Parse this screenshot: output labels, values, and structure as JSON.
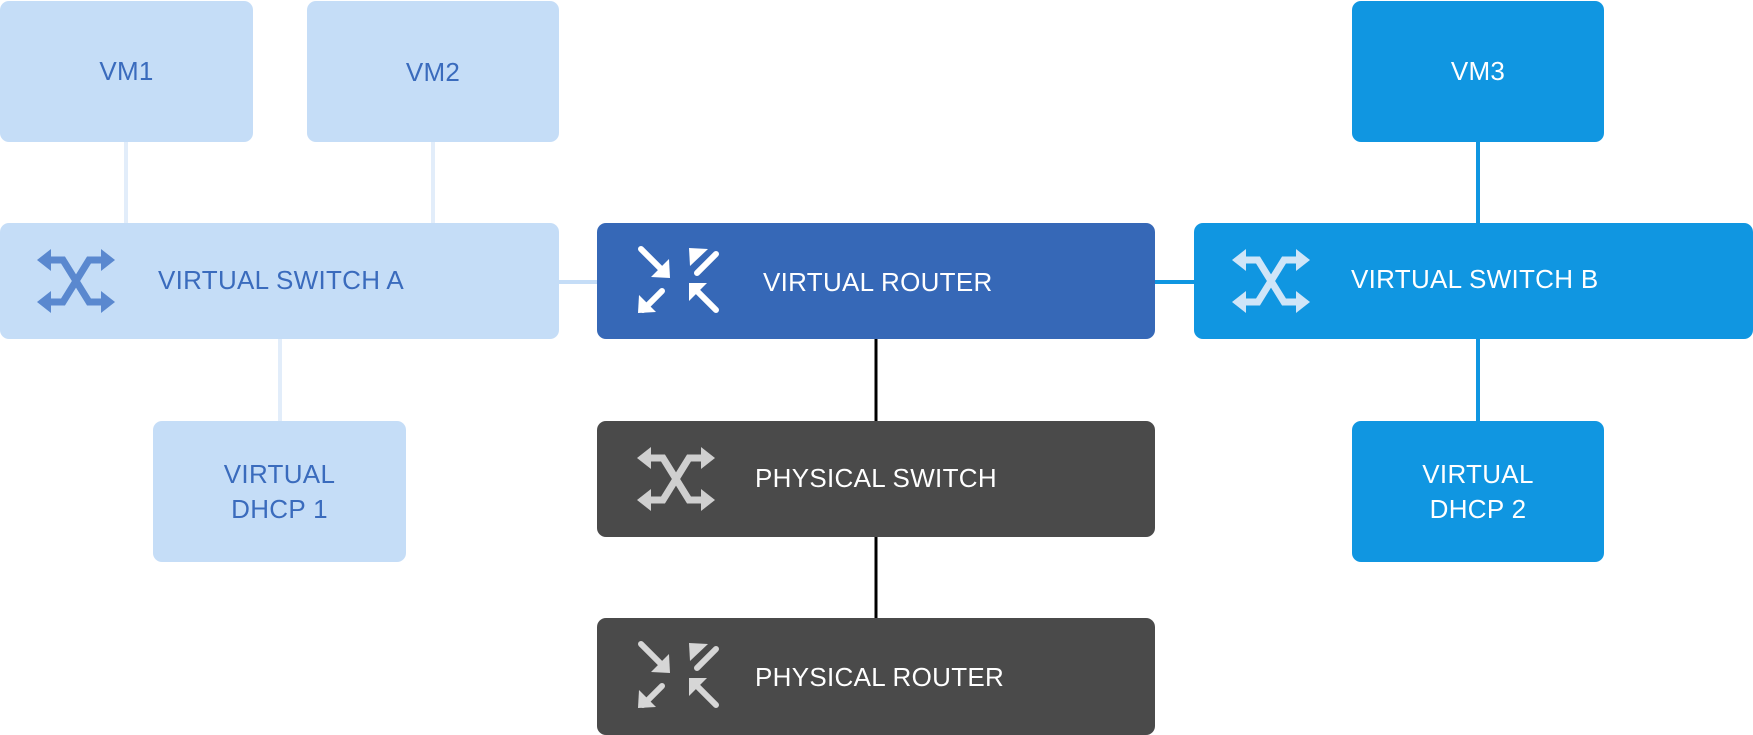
{
  "diagram": {
    "nodes": {
      "vm1": {
        "label": "VM1",
        "icon": "none"
      },
      "vm2": {
        "label": "VM2",
        "icon": "none"
      },
      "vm3": {
        "label": "VM3",
        "icon": "none"
      },
      "virtual_switch_a": {
        "label": "VIRTUAL SWITCH A",
        "icon": "switch-icon"
      },
      "virtual_router": {
        "label": "VIRTUAL ROUTER",
        "icon": "router-icon"
      },
      "virtual_switch_b": {
        "label": "VIRTUAL SWITCH B",
        "icon": "switch-icon"
      },
      "virtual_dhcp_1": {
        "label": "VIRTUAL\nDHCP 1",
        "icon": "none"
      },
      "virtual_dhcp_2": {
        "label": "VIRTUAL\nDHCP 2",
        "icon": "none"
      },
      "physical_switch": {
        "label": "PHYSICAL SWITCH",
        "icon": "switch-icon"
      },
      "physical_router": {
        "label": "PHYSICAL ROUTER",
        "icon": "router-icon"
      }
    },
    "edges": [
      [
        "vm1",
        "virtual_switch_a"
      ],
      [
        "vm2",
        "virtual_switch_a"
      ],
      [
        "virtual_switch_a",
        "virtual_dhcp_1"
      ],
      [
        "virtual_switch_a",
        "virtual_router"
      ],
      [
        "virtual_router",
        "virtual_switch_b"
      ],
      [
        "vm3",
        "virtual_switch_b"
      ],
      [
        "virtual_switch_b",
        "virtual_dhcp_2"
      ],
      [
        "virtual_router",
        "physical_switch"
      ],
      [
        "physical_switch",
        "physical_router"
      ]
    ],
    "colors": {
      "light_fill": "#c5ddf7",
      "light_text": "#3a6bbd",
      "router_fill": "#3668b7",
      "bright_fill": "#1096e1",
      "physical_fill": "#4a4a4a"
    }
  }
}
